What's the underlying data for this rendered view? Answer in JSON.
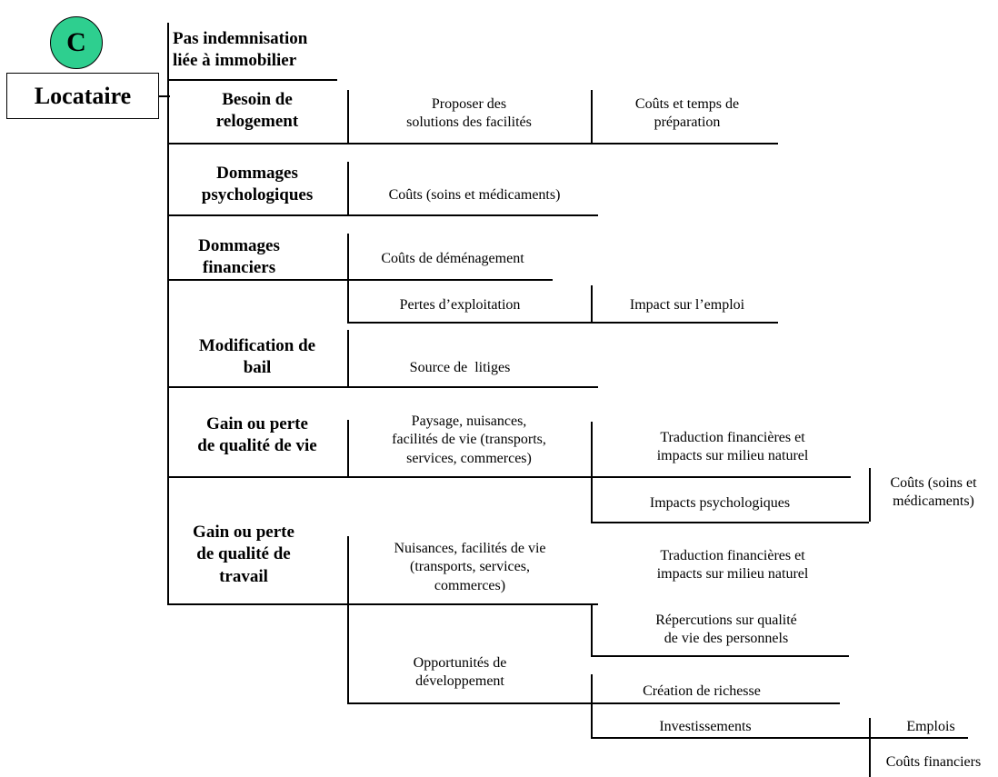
{
  "header": {
    "circle_letter": "C",
    "subject": "Locataire",
    "circle_color": "#2ecf8f"
  },
  "categories": {
    "pas_indemnisation": "Pas indemnisation\nliée à immobilier",
    "besoin_relogement": "Besoin de\nrelogement",
    "dommages_psychologiques": "Dommages\npsychologiques",
    "dommages_financiers": "Dommages\nfinanciers",
    "modification_bail": "Modification de\nbail",
    "qualite_vie": "Gain ou perte\nde qualité de vie",
    "qualite_travail": "Gain ou perte\nde qualité de\ntravail"
  },
  "level2": {
    "proposer_solutions": "Proposer des\nsolutions des facilités",
    "couts_soins": "Coûts (soins et médicaments)",
    "couts_demenagement": "Coûts de déménagement",
    "pertes_exploitation": "Pertes d’exploitation",
    "source_litiges": "Source de  litiges",
    "paysage_nuisances": "Paysage, nuisances,\nfacilités de vie (transports,\nservices, commerces)",
    "nuisances_facilites": "Nuisances, facilités de vie\n(transports, services,\ncommerces)",
    "opportunites": "Opportunités de\ndéveloppement"
  },
  "level3": {
    "couts_temps_preparation": "Coûts et temps de\npréparation",
    "impact_emploi": "Impact sur l’emploi",
    "traduction_financieres_1": "Traduction financières et\nimpacts sur milieu naturel",
    "impacts_psychologiques": "Impacts psychologiques",
    "traduction_financieres_2": "Traduction financières et\nimpacts sur milieu naturel",
    "repercutions": "Répercutions sur qualité\nde vie des personnels",
    "creation_richesse": "Création de richesse",
    "investissements": "Investissements"
  },
  "level4": {
    "couts_soins_medicaments": "Coûts (soins et\nmédicaments)",
    "emplois": "Emplois",
    "couts_financiers": "Coûts financiers"
  }
}
